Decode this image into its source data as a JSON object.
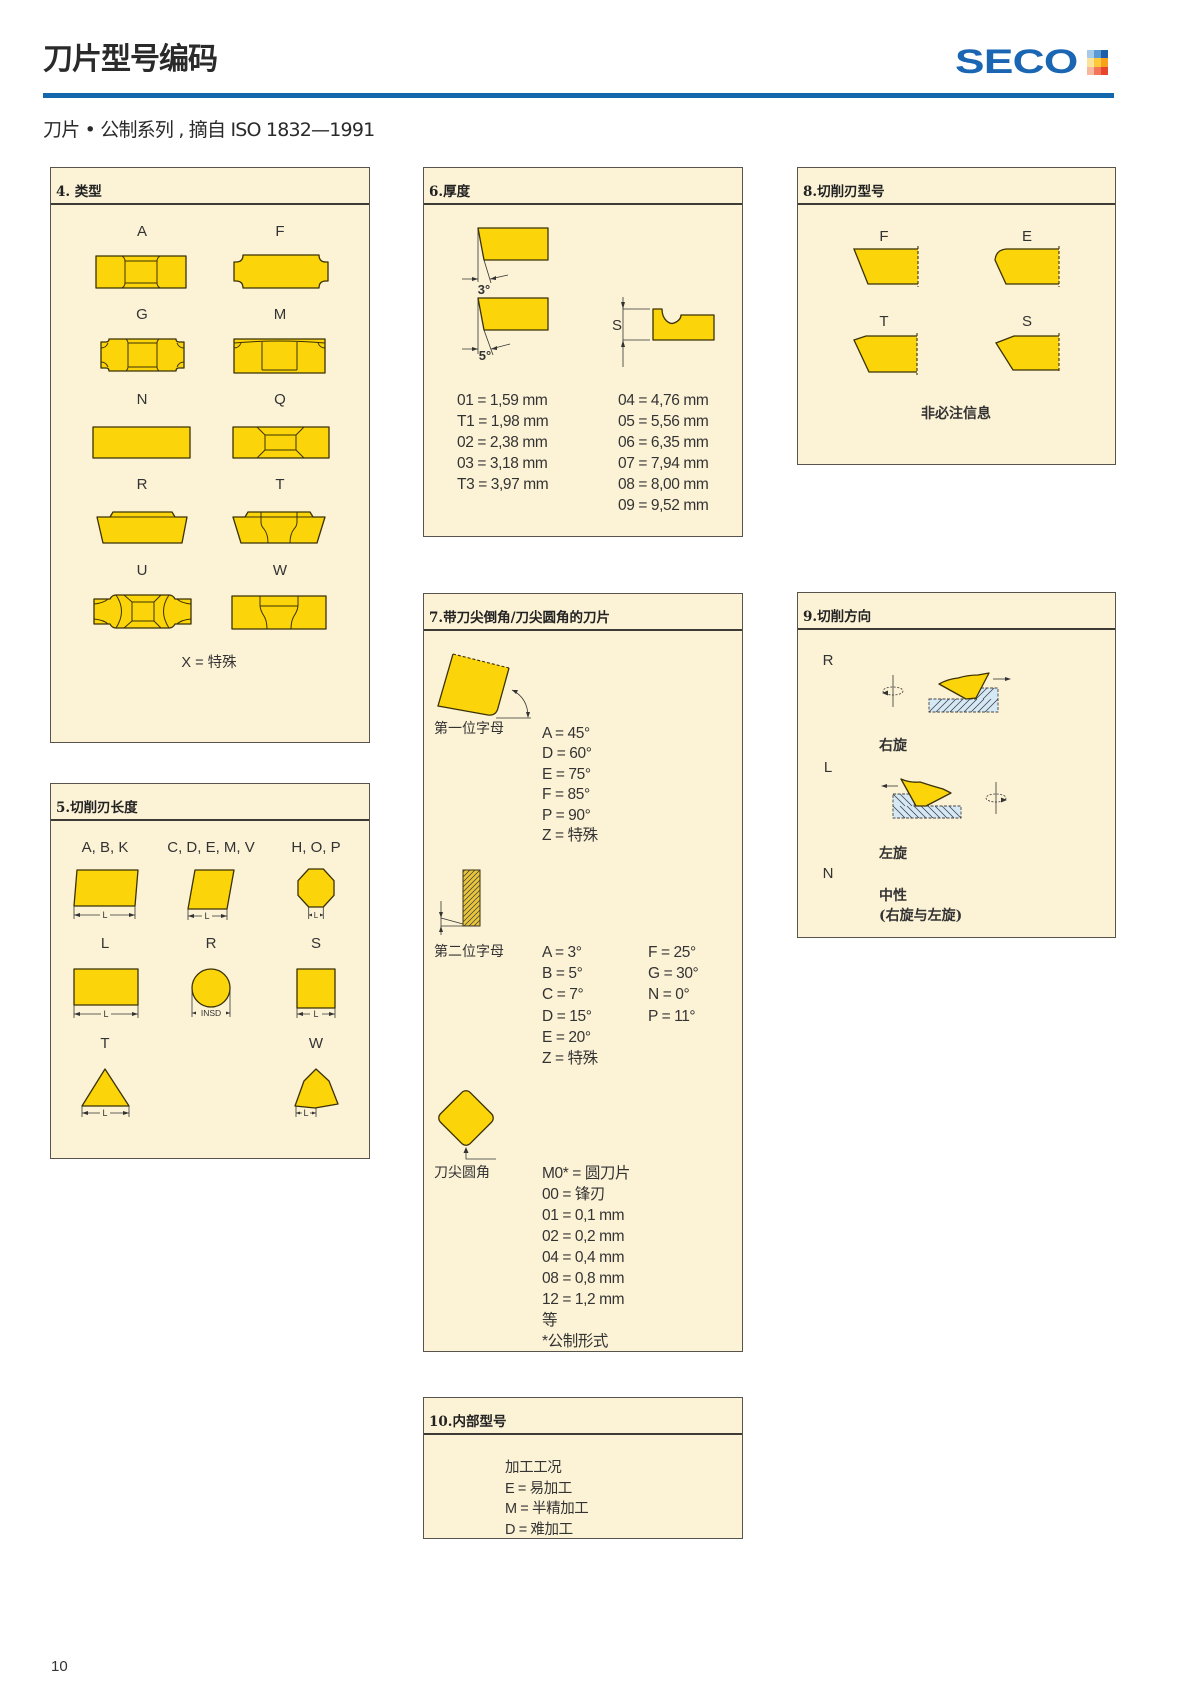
{
  "header": {
    "title": "刀片型号编码",
    "subtitle": "刀片 • 公制系列 , 摘自 ISO 1832—1991",
    "logo_text": "SECO",
    "logo_squares": [
      "#a6cbe8",
      "#5a9bd5",
      "#1c5fa8",
      "#fbe39a",
      "#fcc93a",
      "#f8a21c",
      "#f7b8a0",
      "#f2775a",
      "#e8442e"
    ]
  },
  "colors": {
    "brand_blue": "#1466ad",
    "panel": "#fcf2d6",
    "insert_yellow": "#fbd40a",
    "workpiece_blue": "#d4e8f6"
  },
  "sections": {
    "type": {
      "title": "4. 类型",
      "items": [
        {
          "code": "A"
        },
        {
          "code": "F"
        },
        {
          "code": "G"
        },
        {
          "code": "M"
        },
        {
          "code": "N"
        },
        {
          "code": "Q"
        },
        {
          "code": "R"
        },
        {
          "code": "T"
        },
        {
          "code": "U"
        },
        {
          "code": "W"
        }
      ],
      "note": "X = 特殊"
    },
    "edge_length": {
      "title": "5.切削刃长度",
      "items": [
        {
          "label": "A, B, K",
          "dim": "L"
        },
        {
          "label": "C, D, E, M, V",
          "dim": "L"
        },
        {
          "label": "H, O, P",
          "dim": "L"
        },
        {
          "label": "L",
          "dim": "L"
        },
        {
          "label": "R",
          "dim": "INSD"
        },
        {
          "label": "S",
          "dim": "L"
        },
        {
          "label": "T",
          "dim": "L"
        },
        {
          "label": "W",
          "dim": "L"
        }
      ]
    },
    "thickness": {
      "title": "6.厚度",
      "angle_top": "3°",
      "angle_bottom": "5°",
      "s_label": "S",
      "left": [
        "01 = 1,59 mm",
        "T1 = 1,98 mm",
        "02 = 2,38 mm",
        "03 = 3,18 mm",
        "T3 = 3,97 mm"
      ],
      "right": [
        "04 = 4,76 mm",
        "05 = 5,56 mm",
        "06 = 6,35 mm",
        "07 = 7,94 mm",
        "08 = 8,00 mm",
        "09 = 9,52 mm"
      ]
    },
    "chamfer": {
      "title": "7.带刀尖倒角/刀尖圆角的刀片",
      "first_letter": {
        "label": "第一位字母",
        "values": [
          "A = 45°",
          "D = 60°",
          "E = 75°",
          "F = 85°",
          "P = 90°",
          "Z = 特殊"
        ]
      },
      "second_letter": {
        "label": "第二位字母",
        "col1": [
          "A = 3°",
          "B = 5°",
          "C = 7°",
          "D = 15°",
          "E = 20°",
          "Z = 特殊"
        ],
        "col2": [
          "F = 25°",
          "G = 30°",
          "N = 0°",
          "P = 11°"
        ]
      },
      "nose_radius": {
        "label": "刀尖圆角",
        "values": [
          "M0* = 圆刀片",
          "00 = 锋刃",
          "01 = 0,1 mm",
          "02 = 0,2 mm",
          "04 = 0,4 mm",
          "08 = 0,8 mm",
          "12 = 1,2 mm",
          "等",
          "*公制形式"
        ]
      }
    },
    "cutting_edge": {
      "title": "8.切削刃型号",
      "items": [
        {
          "code": "F"
        },
        {
          "code": "E"
        },
        {
          "code": "T"
        },
        {
          "code": "S"
        }
      ],
      "note": "非必注信息"
    },
    "direction": {
      "title": "9.切削方向",
      "items": [
        {
          "code": "R",
          "label": "右旋"
        },
        {
          "code": "L",
          "label": "左旋"
        },
        {
          "code": "N",
          "label": "中性",
          "sublabel": "(右旋与左旋)"
        }
      ]
    },
    "internal": {
      "title": "10.内部型号",
      "lines": [
        "加工工况",
        "E = 易加工",
        "M = 半精加工",
        "D = 难加工"
      ]
    }
  },
  "footer": {
    "page_number": "10"
  }
}
